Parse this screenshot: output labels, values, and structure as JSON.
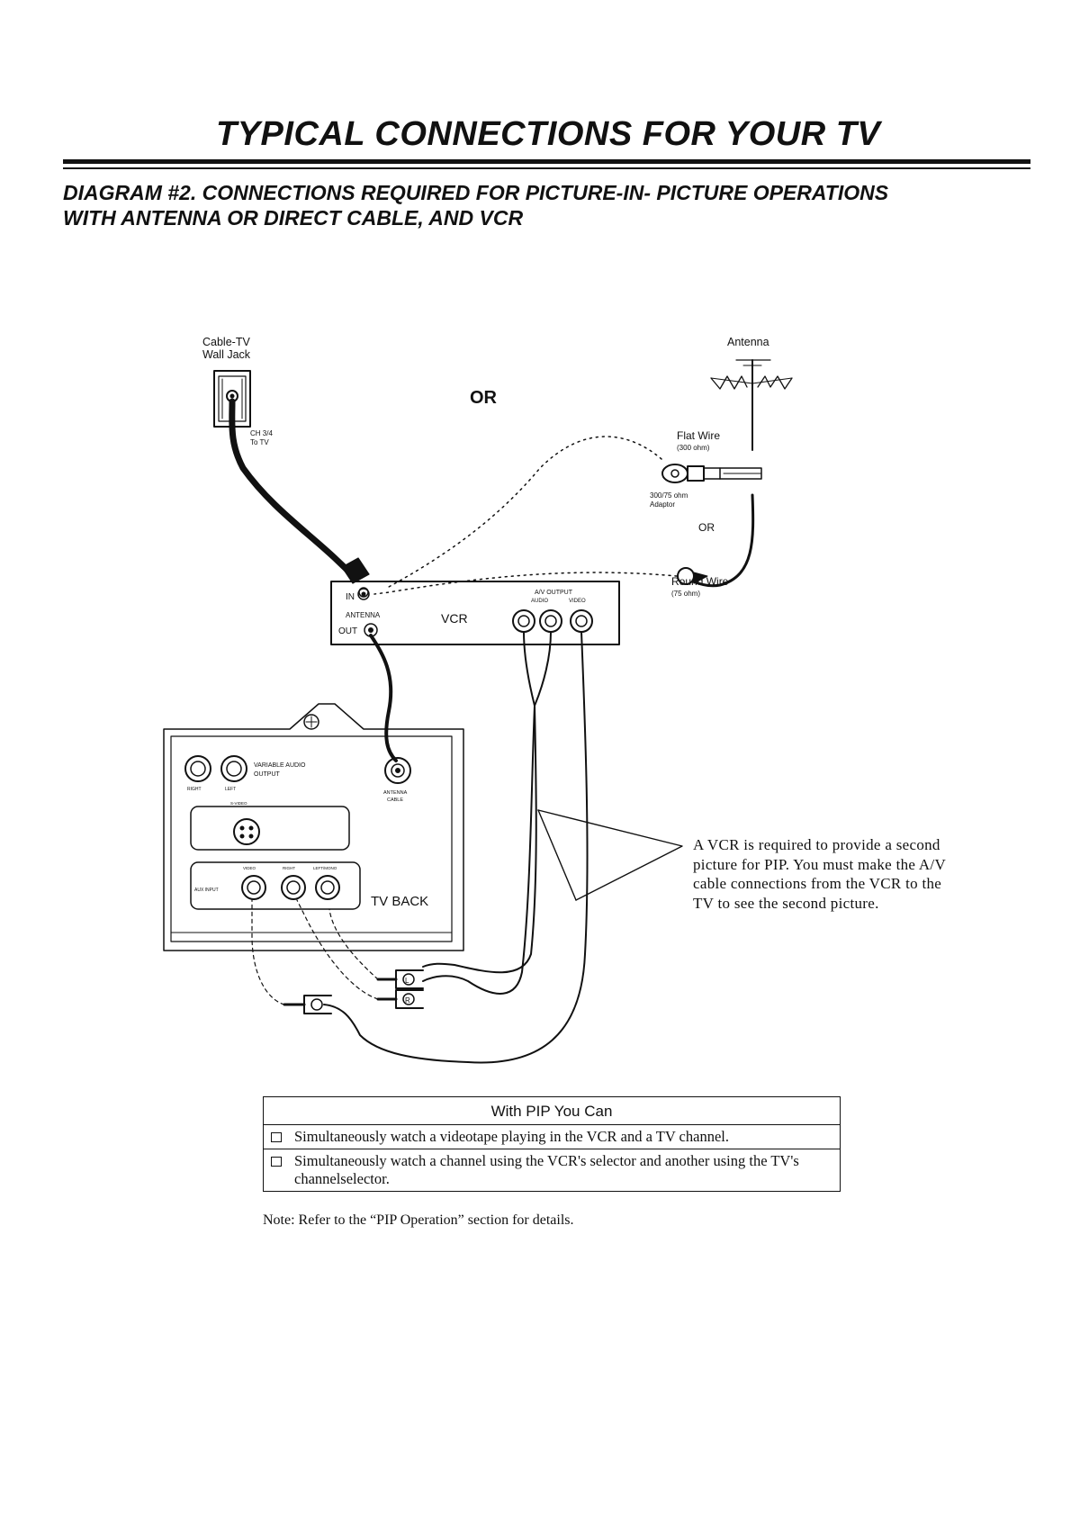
{
  "page": {
    "title": "TYPICAL CONNECTIONS FOR YOUR TV",
    "subtitle_line1": "DIAGRAM #2. CONNECTIONS REQUIRED FOR PICTURE-IN- PICTURE OPERATIONS",
    "subtitle_line2": "WITH ANTENNA OR DIRECT CABLE, AND VCR"
  },
  "diagram": {
    "cable_wall_jack_line1": "Cable-TV",
    "cable_wall_jack_line2": "Wall Jack",
    "ch34_line1": "CH 3/4",
    "ch34_line2": "To TV",
    "or_large": "OR",
    "antenna": "Antenna",
    "flat_wire": "Flat Wire",
    "flat_wire_ohm": "(300 ohm)",
    "adaptor_line1": "300/75 ohm",
    "adaptor_line2": "Adaptor",
    "or_small": "OR",
    "round_wire": "Round Wire",
    "round_wire_ohm": "(75 ohm)",
    "vcr_in": "IN",
    "vcr_antenna": "ANTENNA",
    "vcr_out": "OUT",
    "vcr_label": "VCR",
    "av_output": "A/V OUTPUT",
    "av_audio": "AUDIO",
    "av_video": "VIDEO",
    "variable_audio": "VARIABLE AUDIO",
    "variable_output": "OUTPUT",
    "right": "RIGHT",
    "left": "LEFT",
    "antenna_cable_1": "ANTENNA",
    "antenna_cable_2": "CABLE",
    "s_video": "S-VIDEO",
    "aux_input": "AUX INPUT",
    "video": "VIDEO",
    "right_2": "RIGHT",
    "left_mono": "LEFT/MONO",
    "tv_back": "TV BACK",
    "plug_l": "L",
    "plug_r": "R"
  },
  "vcr_note": "A VCR is required to provide a second picture for PIP. You must make the A/V cable connections from the VCR to the TV to see the second picture.",
  "pip_table": {
    "title": "With PIP You Can",
    "rows": [
      "Simultaneously watch a videotape playing in the VCR and a TV channel.",
      "Simultaneously watch a channel using the VCR's selector and another using the TV's channelselector."
    ]
  },
  "note": "Note: Refer to the “PIP Operation” section for details."
}
